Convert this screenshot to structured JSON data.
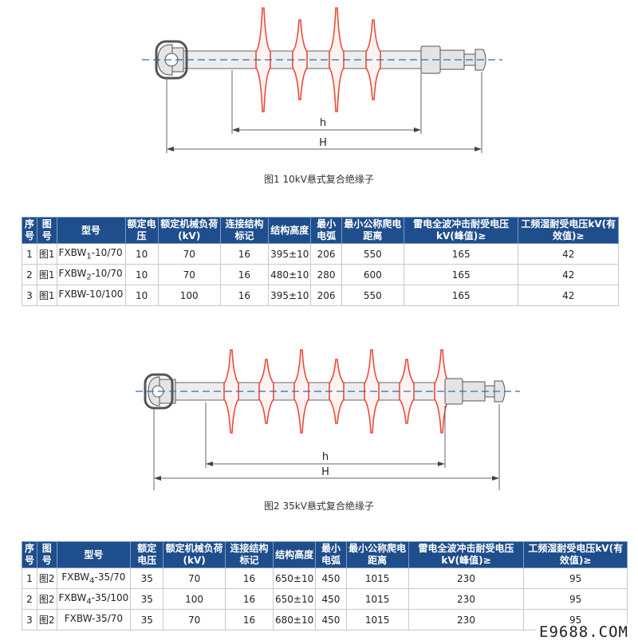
{
  "figure1": {
    "caption": "图1   10kV悬式复合绝缘子",
    "label_small": "h",
    "label_large": "H",
    "shed_count": 4
  },
  "figure2": {
    "caption": "图2   35kV悬式复合绝缘子",
    "label_small": "h",
    "label_large": "H",
    "shed_count": 7
  },
  "headers": [
    "序号",
    "图号",
    "型号",
    "额定电压",
    "额定机械负荷(kV)",
    "连接结构标记",
    "结构高度",
    "最小电弧",
    "最小公称爬电距离",
    "雷电全波冲击耐受电压kV(峰值)≥",
    "工频湿耐受电压kV(有效值)≥"
  ],
  "table1": {
    "rows": [
      {
        "no": "1",
        "fig": "图1",
        "model_base": "FXBW",
        "model_sub": "1",
        "model_tail": "-10/70",
        "volt": "10",
        "load": "70",
        "conn": "16",
        "height": "395±10",
        "arc": "206",
        "creep": "550",
        "impulse": "165",
        "wet": "42"
      },
      {
        "no": "2",
        "fig": "图1",
        "model_base": "FXBW",
        "model_sub": "2",
        "model_tail": "-10/70",
        "volt": "10",
        "load": "70",
        "conn": "16",
        "height": "480±10",
        "arc": "280",
        "creep": "600",
        "impulse": "165",
        "wet": "42"
      },
      {
        "no": "3",
        "fig": "图1",
        "model_base": "FXBW-10/100",
        "model_sub": "",
        "model_tail": "",
        "volt": "10",
        "load": "100",
        "conn": "16",
        "height": "395±10",
        "arc": "206",
        "creep": "550",
        "impulse": "165",
        "wet": "42"
      }
    ]
  },
  "table2": {
    "rows": [
      {
        "no": "1",
        "fig": "图2",
        "model_base": "FXBW",
        "model_sub": "4",
        "model_tail": "-35/70",
        "volt": "35",
        "load": "70",
        "conn": "16",
        "height": "650±10",
        "arc": "450",
        "creep": "1015",
        "impulse": "230",
        "wet": "95"
      },
      {
        "no": "2",
        "fig": "图2",
        "model_base": "FXBW",
        "model_sub": "4",
        "model_tail": "-35/100",
        "volt": "35",
        "load": "100",
        "conn": "16",
        "height": "650±10",
        "arc": "450",
        "creep": "1015",
        "impulse": "230",
        "wet": "95"
      },
      {
        "no": "3",
        "fig": "图2",
        "model_base": "FXBW-35/70",
        "model_sub": "",
        "model_tail": "",
        "volt": "35",
        "load": "70",
        "conn": "16",
        "height": "680±10",
        "arc": "450",
        "creep": "1015",
        "impulse": "230",
        "wet": "95"
      }
    ]
  },
  "watermark": "E9688.COM"
}
